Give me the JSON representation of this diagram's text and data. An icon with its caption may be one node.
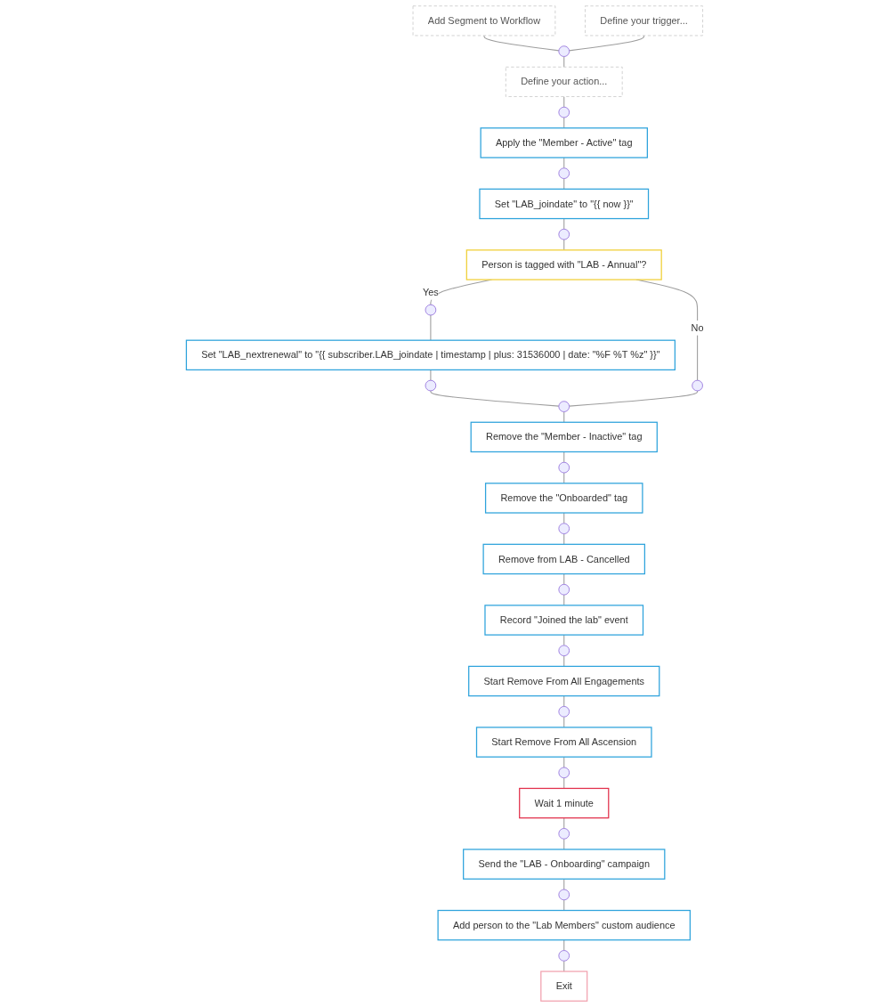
{
  "diagram": {
    "nodes": [
      {
        "text": [
          "Add Segment to Workflow"
        ]
      },
      {
        "text": [
          "Define your trigger..."
        ]
      },
      {
        "text": [],
        "shape": "circle"
      },
      {
        "text": [
          "Define your action..."
        ]
      },
      {
        "text": [],
        "shape": "circle"
      },
      {
        "text": [
          "Apply the \"Member - Active\" tag"
        ]
      },
      {
        "text": [],
        "shape": "circle"
      },
      {
        "text": [
          "Set \"LAB_joindate\" to \"{{ now }}\""
        ]
      },
      {
        "text": [],
        "shape": "circle"
      },
      {
        "text": [
          "Person is tagged with \"LAB - Annual\"?"
        ]
      },
      {
        "text": [],
        "shape": "circle"
      },
      {
        "text": [],
        "shape": "circle"
      },
      {
        "text": [
          "Set \"LAB_nextrenewal\" to \"{{ subscriber.LAB_joindate | timestamp | plus: 31536000 | date: \"%F %T %z\" }}\""
        ]
      },
      {
        "text": [],
        "shape": "circle"
      },
      {
        "text": [],
        "shape": "circle"
      },
      {
        "text": [
          "Remove the \"Member - Inactive\" tag"
        ]
      },
      {
        "text": [],
        "shape": "circle"
      },
      {
        "text": [
          "Remove the \"Onboarded\" tag"
        ]
      },
      {
        "text": [],
        "shape": "circle"
      },
      {
        "text": [
          "Remove from LAB - Cancelled"
        ]
      },
      {
        "text": [],
        "shape": "circle"
      },
      {
        "text": [
          "Record \"Joined the lab\" event"
        ]
      },
      {
        "text": [],
        "shape": "circle"
      },
      {
        "text": [
          "Start Remove From All Engagements"
        ]
      },
      {
        "text": [],
        "shape": "circle"
      },
      {
        "text": [
          "Start Remove From All Ascension"
        ]
      },
      {
        "text": [],
        "shape": "circle"
      },
      {
        "text": [
          "Wait 1 minute"
        ]
      },
      {
        "text": [],
        "shape": "circle"
      },
      {
        "text": [
          "Send the \"LAB - Onboarding\" campaign"
        ]
      },
      {
        "text": [],
        "shape": "circle"
      },
      {
        "text": [
          "Add person to the \"Lab Members\" custom audience"
        ]
      },
      {
        "text": [],
        "shape": "circle"
      },
      {
        "text": [
          "Exit"
        ]
      }
    ],
    "edges": [
      {
        "from": 0,
        "to": 2,
        "arrow": "none"
      },
      {
        "from": 1,
        "to": 2,
        "arrow": "none"
      },
      {
        "from": 2,
        "to": 3,
        "arrow": "none"
      },
      {
        "from": 3,
        "to": 4,
        "arrow": "none"
      },
      {
        "from": 4,
        "to": 5,
        "arrow": "none"
      },
      {
        "from": 5,
        "to": 6,
        "arrow": "none"
      },
      {
        "from": 6,
        "to": 7,
        "arrow": "none"
      },
      {
        "from": 7,
        "to": 8,
        "arrow": "none"
      },
      {
        "from": 8,
        "to": 9,
        "arrow": "none"
      },
      {
        "from": 9,
        "to": 10,
        "label": "Yes",
        "arrow": "none"
      },
      {
        "from": 9,
        "to": 11,
        "label": "No",
        "arrow": "none"
      },
      {
        "from": 10,
        "to": 12,
        "arrow": "none"
      },
      {
        "from": 12,
        "to": 13,
        "arrow": "none"
      },
      {
        "from": 13,
        "to": 14,
        "arrow": "none"
      },
      {
        "from": 11,
        "to": 14,
        "arrow": "none"
      },
      {
        "from": 14,
        "to": 15,
        "arrow": "none"
      },
      {
        "from": 15,
        "to": 16,
        "arrow": "none"
      },
      {
        "from": 16,
        "to": 17,
        "arrow": "none"
      },
      {
        "from": 17,
        "to": 18,
        "arrow": "none"
      },
      {
        "from": 18,
        "to": 19,
        "arrow": "none"
      },
      {
        "from": 19,
        "to": 20,
        "arrow": "none"
      },
      {
        "from": 20,
        "to": 21,
        "arrow": "none"
      },
      {
        "from": 21,
        "to": 22,
        "arrow": "none"
      },
      {
        "from": 22,
        "to": 23,
        "arrow": "none"
      },
      {
        "from": 23,
        "to": 24,
        "arrow": "none"
      },
      {
        "from": 24,
        "to": 25,
        "arrow": "none"
      },
      {
        "from": 25,
        "to": 26,
        "arrow": "none"
      },
      {
        "from": 26,
        "to": 27,
        "arrow": "none"
      },
      {
        "from": 27,
        "to": 28,
        "arrow": "none"
      },
      {
        "from": 28,
        "to": 29,
        "arrow": "none"
      },
      {
        "from": 29,
        "to": 30,
        "arrow": "none"
      },
      {
        "from": 30,
        "to": 31,
        "arrow": "none"
      },
      {
        "from": 31,
        "to": 32,
        "arrow": "none"
      },
      {
        "from": 32,
        "to": 33,
        "arrow": "none"
      }
    ]
  }
}
